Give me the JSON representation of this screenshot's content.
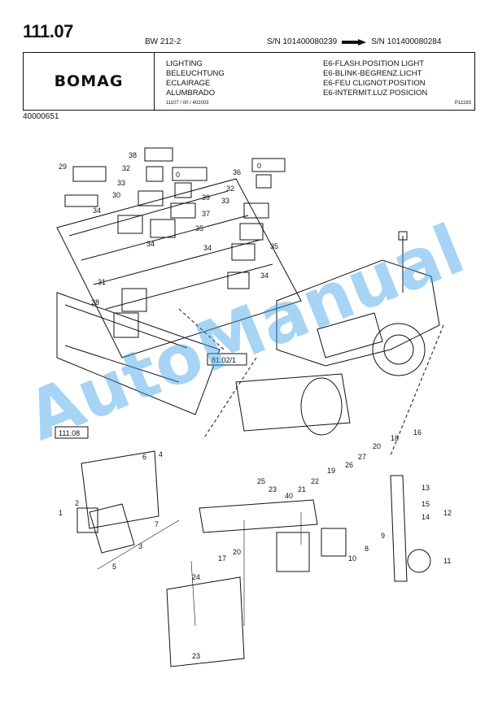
{
  "header": {
    "page_number": "111.07",
    "model": "BW 212-2",
    "sn_from": "S/N 101400080239",
    "sn_to": "S/N 101400080284",
    "logo": "BOMAG",
    "titles_left": [
      "LIGHTING",
      "BELEUCHTUNG",
      "ECLAIRAGE",
      "ALUMBRADO"
    ],
    "titles_right": [
      "E6-FLASH.POSITION LIGHT",
      "E6-BLINK-BEGRENZ.LICHT",
      "E6-FEU CLIGNOT.POSITION",
      "E6-INTERMIT.LUZ POSICION"
    ],
    "ref_code": "11107 / 00 / 402003",
    "ref_code_right": "P11193",
    "doc_number": "40000651"
  },
  "diagram": {
    "part_labels": [
      "1",
      "2",
      "3",
      "4",
      "5",
      "6",
      "7",
      "8",
      "9",
      "10",
      "11",
      "12",
      "13",
      "14",
      "15",
      "16",
      "17",
      "18",
      "19",
      "20",
      "21",
      "22",
      "23",
      "24",
      "25",
      "26",
      "27",
      "28",
      "29",
      "30",
      "31",
      "32",
      "33",
      "34",
      "35",
      "36",
      "37",
      "38",
      "39",
      "40"
    ],
    "ref_boxes": [
      "81.02/1",
      "111.08"
    ],
    "switch_symbol": "0",
    "lamp_symbol": "0"
  },
  "watermark": "AutoManual"
}
